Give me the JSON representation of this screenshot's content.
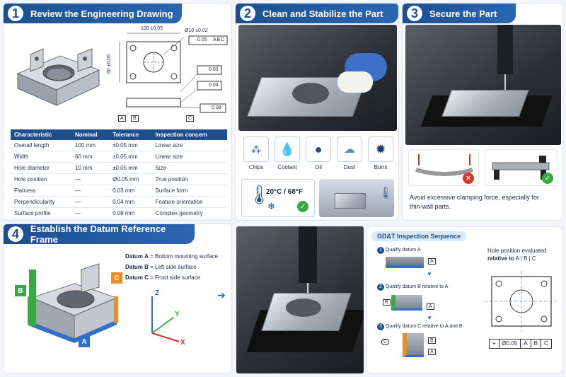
{
  "step1": {
    "num": "1",
    "title": "Review the Engineering Drawing",
    "dims": {
      "width": "100 ±0.05",
      "height": "60 ±0.05",
      "hole": "Ø10 ±0.02",
      "pos_tol": "0.05",
      "flat": "0.03",
      "perp": "0.04",
      "prof": "0.08"
    },
    "datums": [
      "A",
      "B",
      "C"
    ],
    "table": {
      "headers": [
        "Characteristic",
        "Nominal",
        "Tolerance",
        "Inspection concern"
      ],
      "rows": [
        [
          "Overall length",
          "100 mm",
          "±0.05 mm",
          "Linear size"
        ],
        [
          "Width",
          "60 mm",
          "±0.05 mm",
          "Linear size"
        ],
        [
          "Hole diameter",
          "10 mm",
          "±0.05 mm",
          "Size"
        ],
        [
          "Hole position",
          "—",
          "Ø0.05 mm",
          "True position"
        ],
        [
          "Flatness",
          "—",
          "0.03 mm",
          "Surface form"
        ],
        [
          "Perpendicularity",
          "—",
          "0.04 mm",
          "Feature orientation"
        ],
        [
          "Surface profile",
          "—",
          "0.08 mm",
          "Complex geometry"
        ]
      ]
    }
  },
  "step2": {
    "num": "2",
    "title": "Clean and Stabilize the Part",
    "contaminants": [
      "Chips",
      "Coolant",
      "Oil",
      "Dust",
      "Burrs"
    ],
    "temp": "20°C / 68°F"
  },
  "step3": {
    "num": "3",
    "title": "Secure the Part",
    "note": "Avoid excessive clamping force, especially for thin-wall parts."
  },
  "step4": {
    "num": "4",
    "title": "Establish the Datum Reference Frame",
    "datum_word": "Datum",
    "datums": [
      {
        "letter": "A",
        "desc": "= Bottom mounting surface"
      },
      {
        "letter": "B",
        "desc": "= Left side surface"
      },
      {
        "letter": "C",
        "desc": "= Front side surface"
      }
    ],
    "axes": {
      "z": "Z",
      "y": "Y",
      "x": "X"
    }
  },
  "sequence": {
    "title": "GD&T Inspection Sequence",
    "steps": [
      {
        "num": "1",
        "label": "Qualify datum A"
      },
      {
        "num": "2",
        "label": "Qualify datum B relative to A"
      },
      {
        "num": "3",
        "label": "Qualify datum C relative to A and B"
      }
    ]
  },
  "holepos": {
    "title_line1": "Hole position evaluated",
    "title_bold": "relative to",
    "title_tail": "A | B | C",
    "fcf": {
      "tol": "Ø0.05",
      "a": "A",
      "b": "B",
      "c": "C"
    }
  },
  "colors": {
    "brand": "#1d4f8f",
    "datumA": "#2f6fd0",
    "datumB": "#3aa845",
    "datumC": "#f08a24",
    "ok": "#3aa845",
    "bad": "#d9352b"
  }
}
